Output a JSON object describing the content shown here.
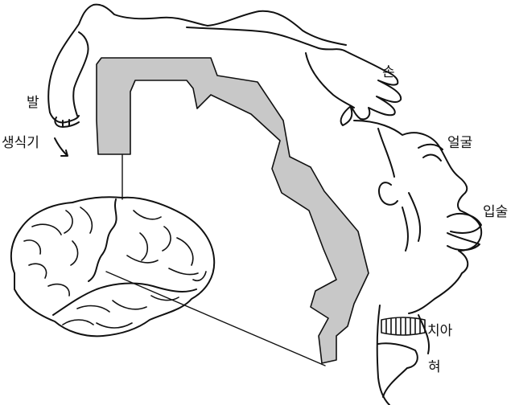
{
  "figure": {
    "labels": {
      "hand": "손",
      "foot": "발",
      "genitals": "생식기",
      "face": "얼굴",
      "lips": "입술",
      "teeth": "치아",
      "tongue": "혀"
    },
    "colors": {
      "cortex_band": "#c8c8c8",
      "outline": "#111111",
      "background": "#ffffff"
    }
  }
}
